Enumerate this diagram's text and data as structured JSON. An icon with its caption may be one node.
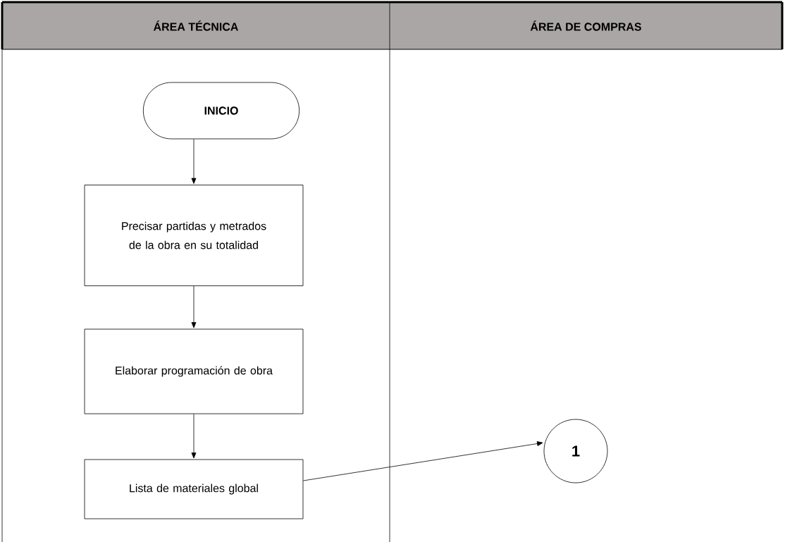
{
  "diagram": {
    "nodes": [
      {
        "text": [
          "ÁREA TÉCNICA"
        ]
      },
      {
        "text": [
          "ÁREA DE COMPRAS"
        ]
      },
      {
        "text": [
          "INICIO"
        ],
        "in": 0
      },
      {
        "text": [
          "Precisar partidas y metrados de la obra en su totalidad"
        ],
        "in": 0
      },
      {
        "text": [
          "Elaborar programación de obra"
        ],
        "in": 0
      },
      {
        "text": [
          "Lista de materiales global"
        ],
        "in": 0
      },
      {
        "text": [
          "1"
        ],
        "in": 1
      }
    ],
    "edges": [
      {
        "from": 2,
        "to": 3,
        "arrow": "to"
      },
      {
        "from": 3,
        "to": 4,
        "arrow": "to"
      },
      {
        "from": 4,
        "to": 5,
        "arrow": "to"
      },
      {
        "from": 5,
        "to": 6,
        "arrow": "to"
      }
    ]
  }
}
